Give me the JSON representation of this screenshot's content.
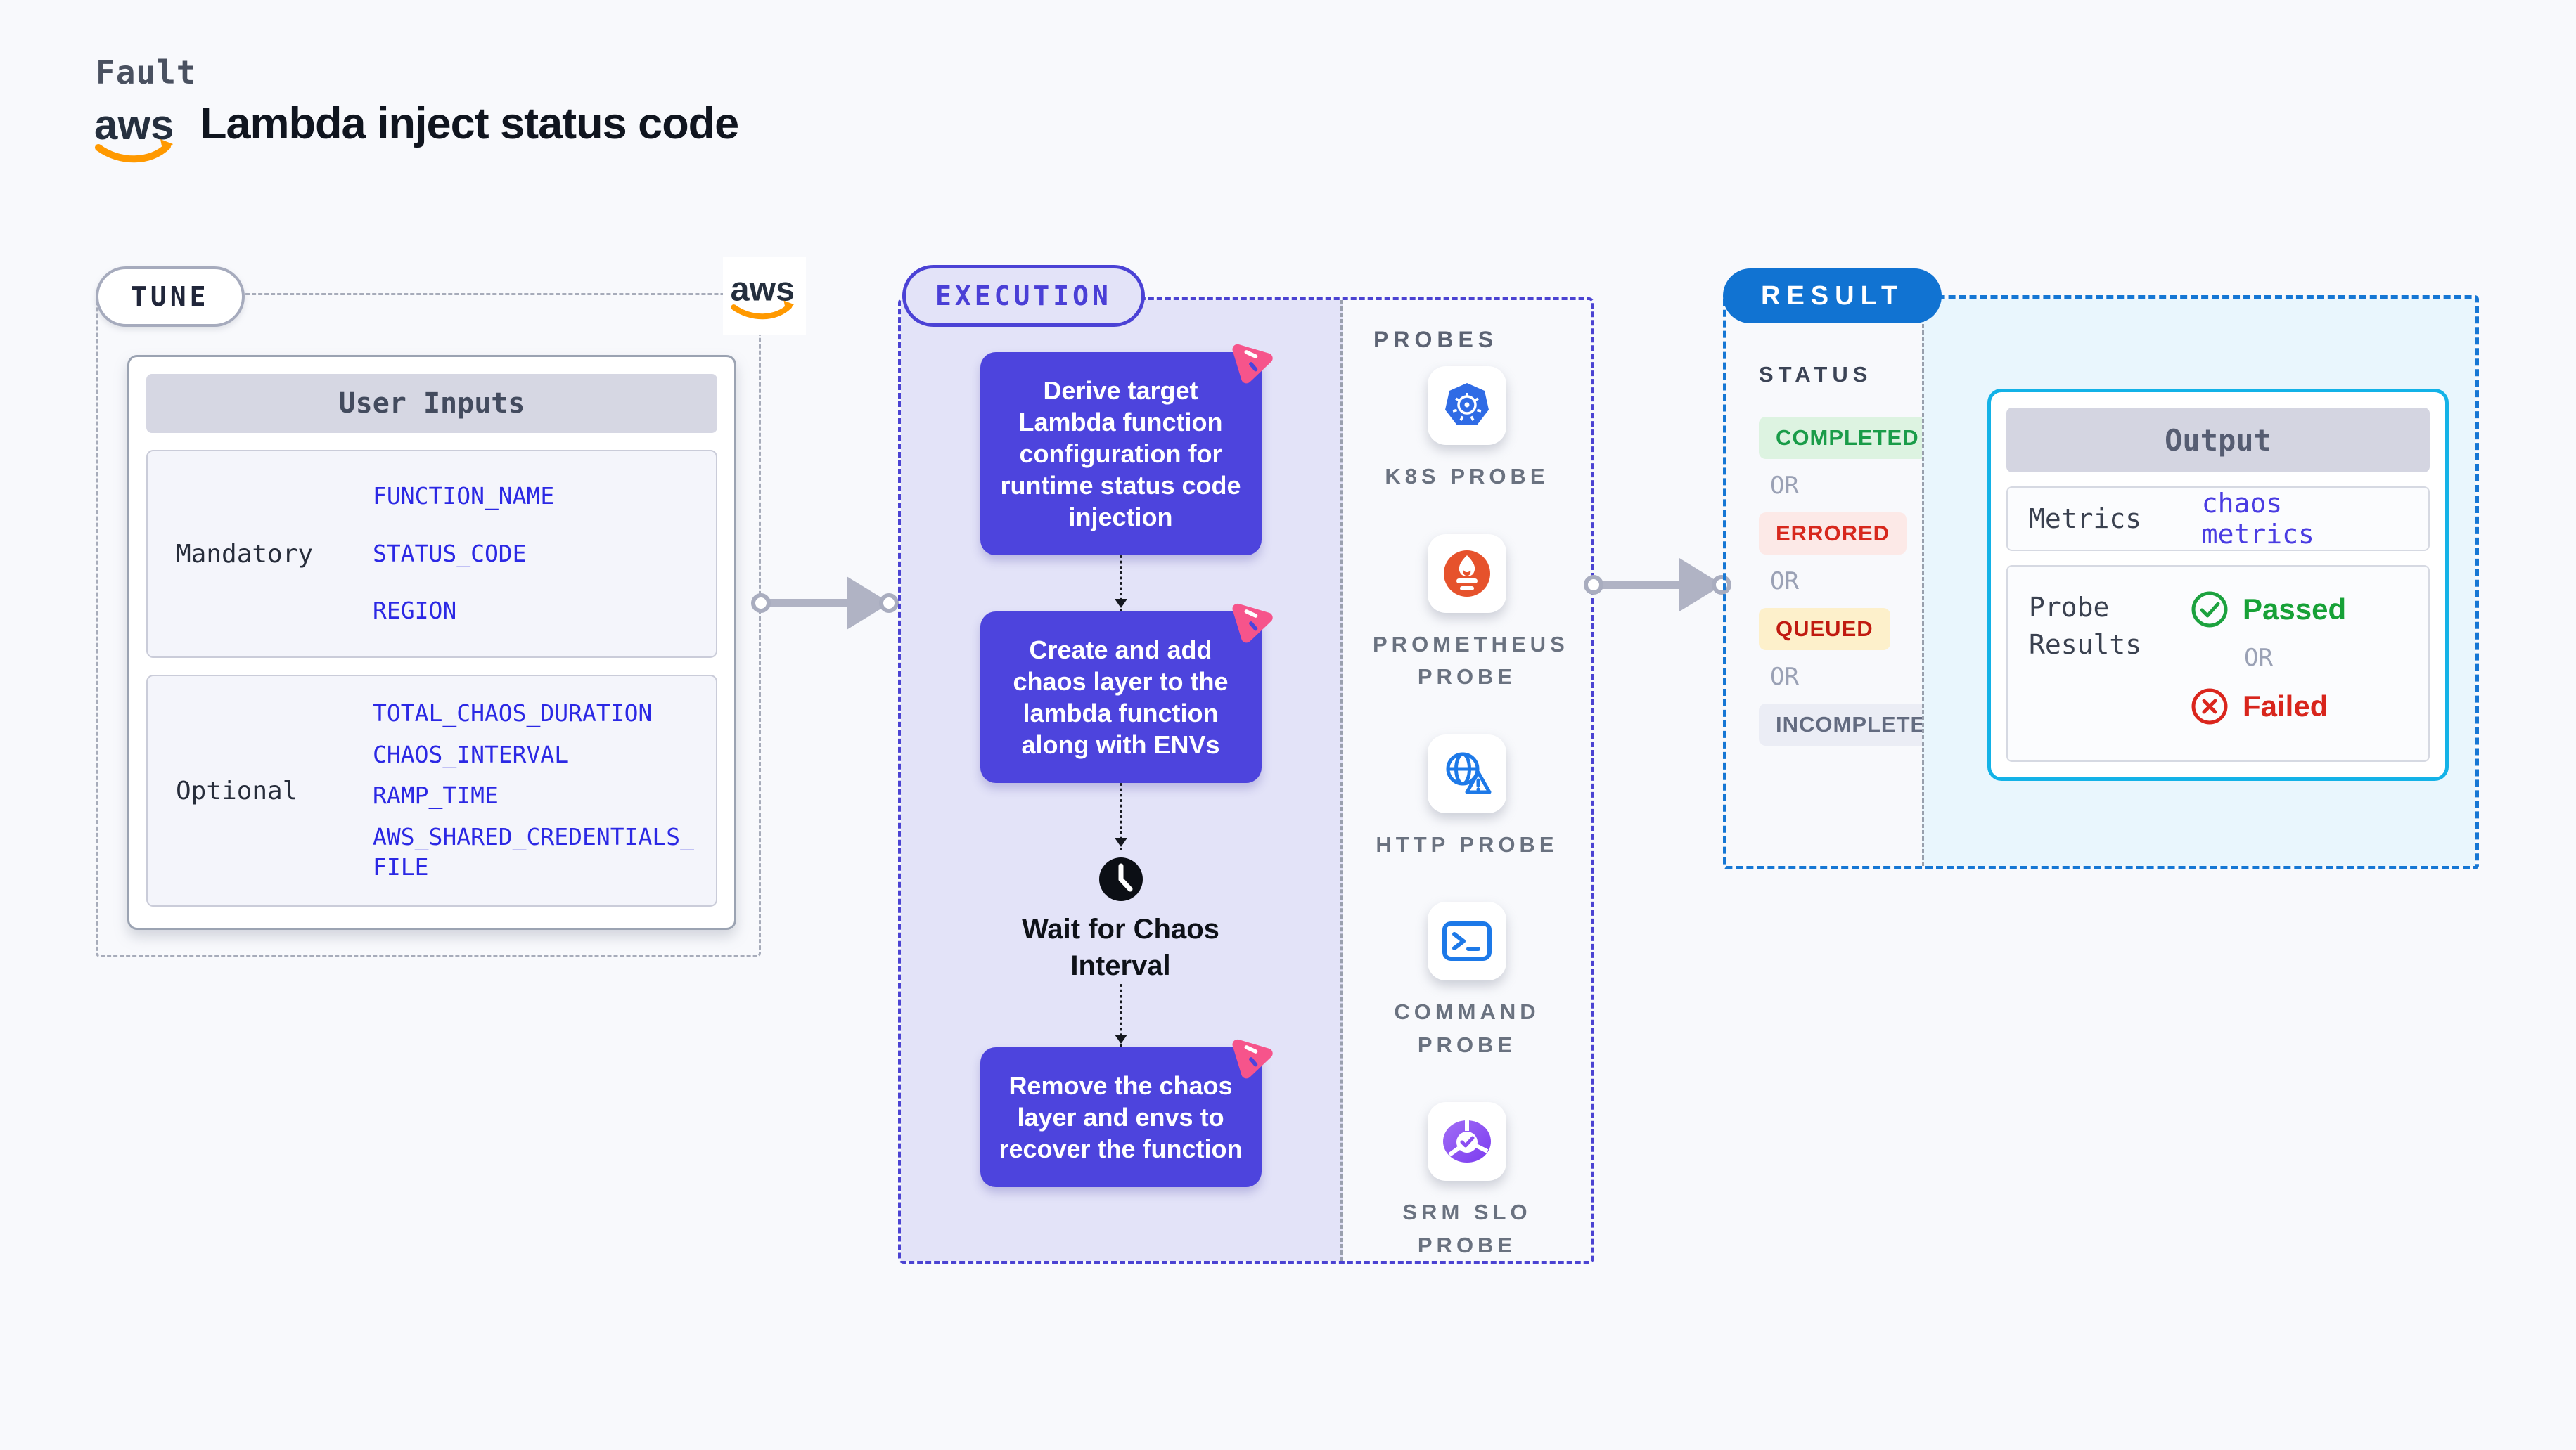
{
  "header": {
    "kicker": "Fault",
    "title": "Lambda inject status code"
  },
  "aws_logo": {
    "label": "aws"
  },
  "tune": {
    "pill": "TUNE",
    "table_header": "User Inputs",
    "groups": [
      {
        "label": "Mandatory",
        "values": [
          "FUNCTION_NAME",
          "STATUS_CODE",
          "REGION"
        ]
      },
      {
        "label": "Optional",
        "values": [
          "TOTAL_CHAOS_DURATION",
          "CHAOS_INTERVAL",
          "RAMP_TIME",
          "AWS_SHARED_CREDENTIALS_FILE"
        ]
      }
    ]
  },
  "execution": {
    "pill": "EXECUTION",
    "steps": [
      "Derive target Lambda function configuration for runtime status code injection",
      "Create and add chaos layer to the lambda function along with ENVs",
      "Remove the chaos layer and envs to recover the function"
    ],
    "wait_label": "Wait for Chaos Interval"
  },
  "probes": {
    "heading": "PROBES",
    "items": [
      {
        "label": "K8S PROBE",
        "icon": "kubernetes-icon"
      },
      {
        "label": "PROMETHEUS PROBE",
        "icon": "prometheus-icon"
      },
      {
        "label": "HTTP PROBE",
        "icon": "http-globe-warning-icon"
      },
      {
        "label": "COMMAND PROBE",
        "icon": "terminal-icon"
      },
      {
        "label": "SRM SLO PROBE",
        "icon": "srm-slo-donut-check-icon"
      }
    ]
  },
  "result": {
    "pill": "RESULT",
    "status_heading": "STATUS",
    "or_label": "OR",
    "statuses": [
      {
        "label": "COMPLETED",
        "fg": "#1a9c49",
        "bg": "#ddf3e1"
      },
      {
        "label": "ERRORED",
        "fg": "#d7281d",
        "bg": "#fce9e7"
      },
      {
        "label": "QUEUED",
        "fg": "#c01a10",
        "bg": "#fdf0cb"
      },
      {
        "label": "INCOMPLETED",
        "fg": "#636b80",
        "bg": "#ebedf5"
      }
    ],
    "output": {
      "header": "Output",
      "metrics_label": "Metrics",
      "metrics_value": "chaos metrics",
      "probe_results_label": "Probe Results",
      "passed": "Passed",
      "failed": "Failed"
    }
  },
  "colors": {
    "page_bg": "#f8f9fc",
    "step_box": "#4d44dd",
    "execution_bg": "#e3e3f8",
    "execution_border": "#4b43d2",
    "result_border": "#1677d4",
    "result_bg": "#e9f6fd",
    "result_pill": "#1173d2",
    "output_border": "#13b2e7",
    "value_blue": "#2b28e4",
    "litmus_pink": "#f6548b",
    "aws_orange": "#ff9900",
    "passed_green": "#17a137",
    "failed_red": "#d8251c"
  }
}
